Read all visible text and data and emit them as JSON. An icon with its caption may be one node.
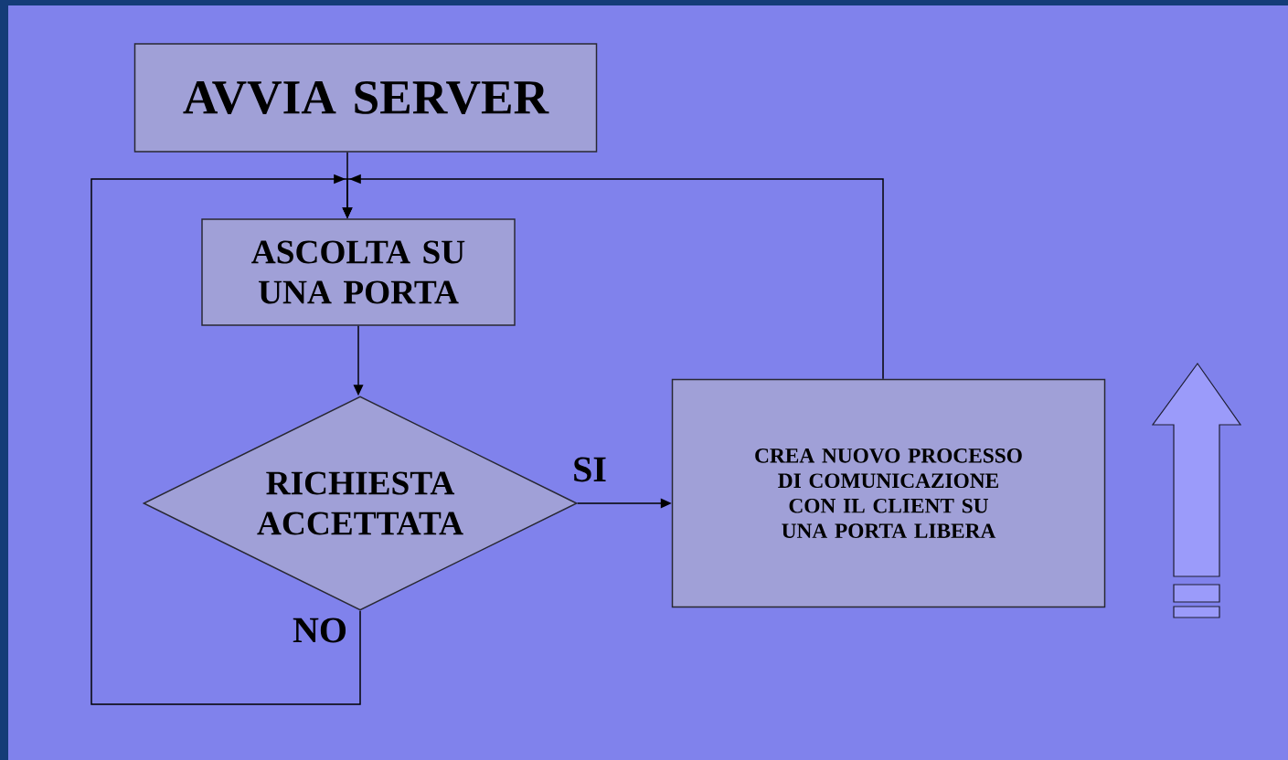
{
  "diagram": {
    "nodes": [
      {
        "text": [
          "AVVIA SERVER"
        ]
      },
      {
        "text": [
          "ASCOLTA SU UNA PORTA"
        ]
      },
      {
        "text": [
          "RICHIESTA ACCETTATA"
        ]
      },
      {
        "text": [
          "CREA NUOVO PROCESSO DI COMUNICAZIONE CON IL CLIENT SU UNA PORTA LIBERA"
        ]
      }
    ],
    "edges": [
      {
        "from": 0,
        "to": 1,
        "arrow": "to"
      },
      {
        "from": 1,
        "to": 2,
        "arrow": "to"
      },
      {
        "from": 2,
        "to": 3,
        "arrow": "to",
        "label": "SI"
      },
      {
        "from": 2,
        "to": 1,
        "arrow": "to",
        "label": "NO"
      },
      {
        "from": 3,
        "to": 1,
        "arrow": "to"
      }
    ]
  }
}
